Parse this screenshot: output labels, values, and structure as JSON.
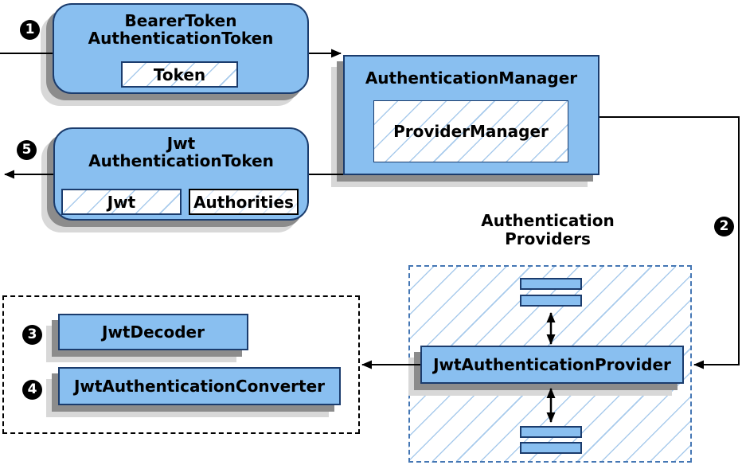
{
  "colors": {
    "background": "#FFFFFF",
    "text": "#000000",
    "node_fill": "#89BFF0",
    "node_border": "#1B3C6D",
    "hatch_line": "#A9CBEC",
    "hatch_line_faint": "#D9E8F8",
    "providers_border": "#4577B4",
    "black_border": "#000000",
    "shadow_dark": "#8C8C8C",
    "shadow_light": "#D8D8D8",
    "arrow": "#000000",
    "badge_bg": "#000000",
    "badge_text": "#FFFFFF"
  },
  "badges": {
    "step1": "1",
    "step2": "2",
    "step3": "3",
    "step4": "4",
    "step5": "5"
  },
  "nodes": {
    "bearer_token": {
      "title_line1": "BearerToken",
      "title_line2": "AuthenticationToken",
      "field": "Token"
    },
    "authentication_manager": {
      "title": "AuthenticationManager",
      "field": "ProviderManager"
    },
    "jwt_authentication_token": {
      "title_line1": "Jwt",
      "title_line2": "AuthenticationToken",
      "field1": "Jwt",
      "field2": "Authorities"
    },
    "authentication_providers": {
      "label_line1": "Authentication",
      "label_line2": "Providers"
    },
    "jwt_authentication_provider": {
      "title": "JwtAuthenticationProvider"
    },
    "jwt_decoder": {
      "title": "JwtDecoder"
    },
    "jwt_authentication_converter": {
      "title": "JwtAuthenticationConverter"
    }
  }
}
